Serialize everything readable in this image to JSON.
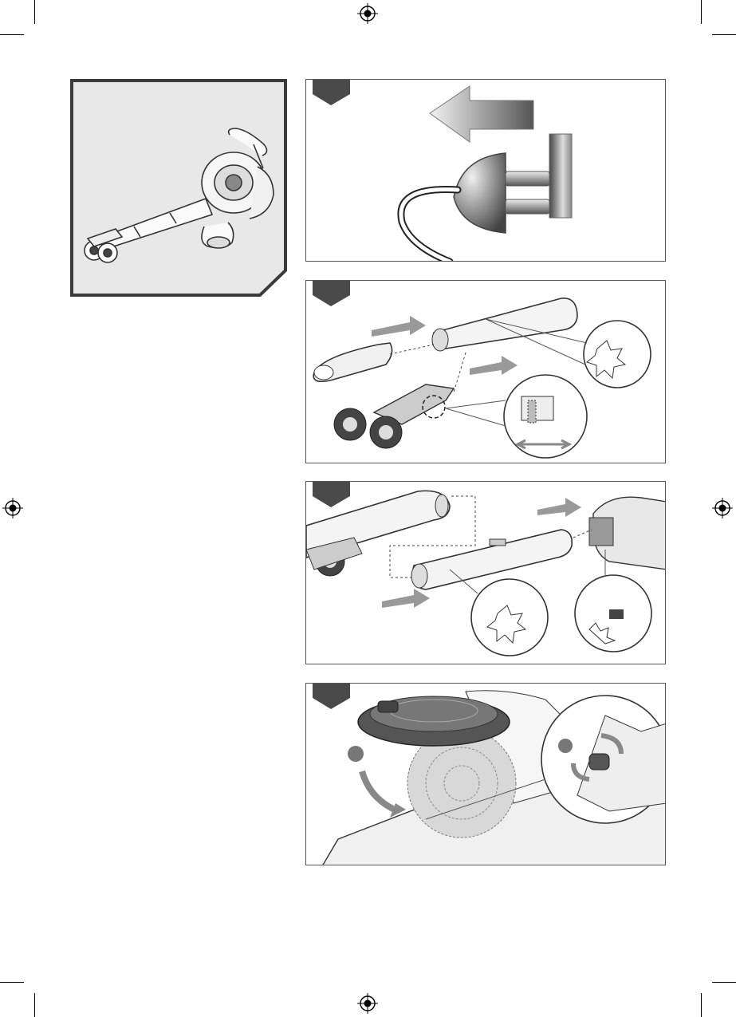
{
  "page": {
    "background": "#ffffff",
    "accent_dark": "#4a4a4a",
    "panel_border": "#555555",
    "overview_fill": "#e8e8e8"
  },
  "overview_panel": {
    "icon": "leaf-blower-vacuum-illustration"
  },
  "steps": [
    {
      "icon": "unplug-icon",
      "description_icon": "plug-removal-arrow-icon"
    },
    {
      "icon": "nozzle-wheel-assembly-icon"
    },
    {
      "icon": "tube-connect-icon"
    },
    {
      "icon": "impeller-cover-rotate-icon"
    }
  ],
  "registration_marks": [
    "registration-mark-top",
    "registration-mark-left",
    "registration-mark-right",
    "registration-mark-bottom"
  ]
}
